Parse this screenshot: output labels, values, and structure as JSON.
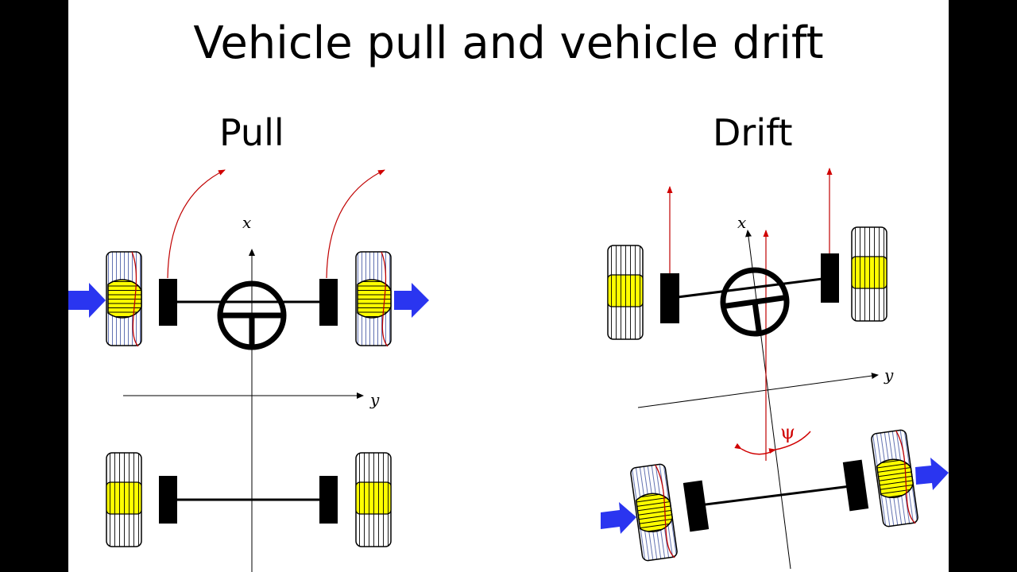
{
  "slide": {
    "title": "Vehicle pull and vehicle drift",
    "panels": [
      {
        "name": "pull",
        "label": "Pull"
      },
      {
        "name": "drift",
        "label": "Drift"
      }
    ]
  },
  "axes": {
    "x_label": "x",
    "y_label": "y"
  },
  "angle": {
    "symbol": "ψ"
  },
  "colors": {
    "background": "#ffffff",
    "frame": "#000000",
    "wheel_stripes": "#000000",
    "contact_patch": "#ffff00",
    "force_arrow": "#2a35f0",
    "trajectory": "#cc0000",
    "outline": "#000000"
  },
  "icons": [
    "steering-wheel-icon",
    "force-arrow-icon",
    "trajectory-arrow-icon"
  ]
}
